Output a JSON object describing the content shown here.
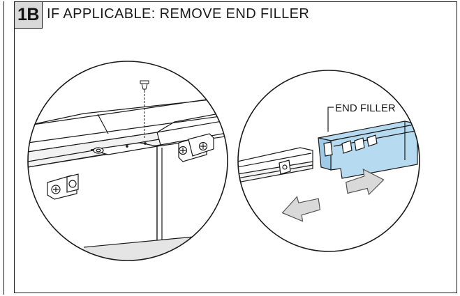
{
  "step": {
    "number": "1B",
    "title": "IF APPLICABLE: REMOVE END FILLER"
  },
  "callouts": {
    "end_filler": "END FILLER"
  },
  "icons": {
    "screw": "screw-icon",
    "arrow_left": "arrow-left-icon",
    "arrow_right": "arrow-right-icon"
  },
  "colors": {
    "filler_fill": "#b6daf0",
    "arrow_fill": "#d9d9d9",
    "line": "#1a1a1a"
  }
}
